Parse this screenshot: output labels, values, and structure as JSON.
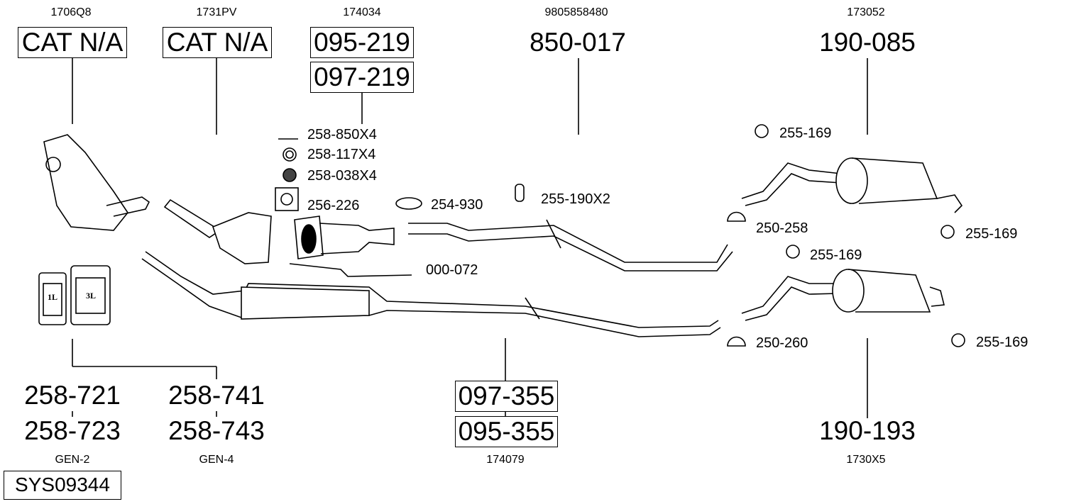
{
  "top_codes": [
    "1706Q8",
    "1731PV",
    "174034",
    "9805858480",
    "173052"
  ],
  "top_parts": {
    "cat1": "CAT N/A",
    "cat2": "CAT N/A",
    "p1a": "095-219",
    "p1b": "097-219",
    "p2": "850-017",
    "p3": "190-085"
  },
  "accessories": {
    "bolt": "258-850X4",
    "washer": "258-117X4",
    "nut": "258-038X4",
    "gasket": "256-226",
    "clamp": "254-930",
    "hanger": "255-190X2",
    "sensor": "000-072",
    "rubber1": "255-169",
    "clamp1": "250-258",
    "rubber2": "255-169",
    "rubber3": "255-169",
    "clamp2": "250-260",
    "rubber4": "255-169"
  },
  "containers": {
    "small": "1L",
    "large": "3L"
  },
  "bottom": {
    "a1": "258-721",
    "a2": "258-723",
    "b1": "258-741",
    "b2": "258-743",
    "c1": "097-355",
    "c2": "095-355",
    "d": "190-193"
  },
  "bottom_codes": [
    "GEN-2",
    "GEN-4",
    "174079",
    "1730X5"
  ],
  "system": "SYS09344"
}
